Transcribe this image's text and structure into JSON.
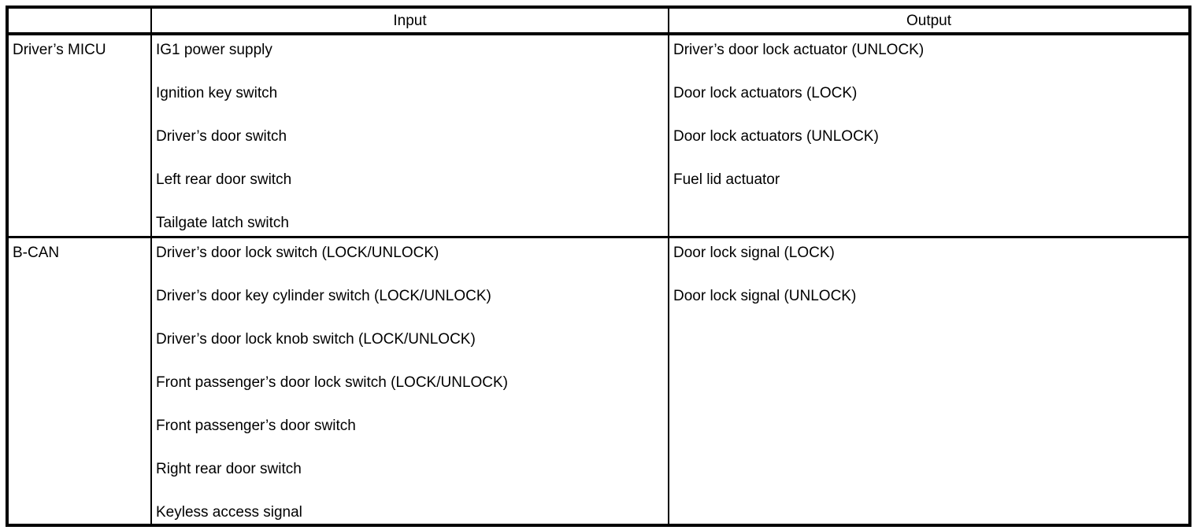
{
  "table": {
    "headers": {
      "corner": "",
      "input": "Input",
      "output": "Output"
    },
    "rows": [
      {
        "source": "Driver’s MICU",
        "inputs": [
          "IG1 power supply",
          "Ignition key switch",
          "Driver’s door switch",
          "Left rear door switch",
          "Tailgate latch switch"
        ],
        "outputs": [
          "Driver’s door lock actuator (UNLOCK)",
          "Door lock actuators (LOCK)",
          "Door lock actuators (UNLOCK)",
          "Fuel lid actuator"
        ]
      },
      {
        "source": "B-CAN",
        "inputs": [
          "Driver’s door lock switch (LOCK/UNLOCK)",
          "Driver’s door key cylinder switch (LOCK/UNLOCK)",
          "Driver’s door lock knob switch (LOCK/UNLOCK)",
          "Front passenger’s door lock switch (LOCK/UNLOCK)",
          "Front passenger’s door switch",
          "Right rear door switch",
          "Keyless access signal"
        ],
        "outputs": [
          "Door lock signal (LOCK)",
          "Door lock signal (UNLOCK)"
        ]
      }
    ]
  },
  "colors": {
    "border": "#000000",
    "background": "#ffffff",
    "text": "#000000"
  }
}
